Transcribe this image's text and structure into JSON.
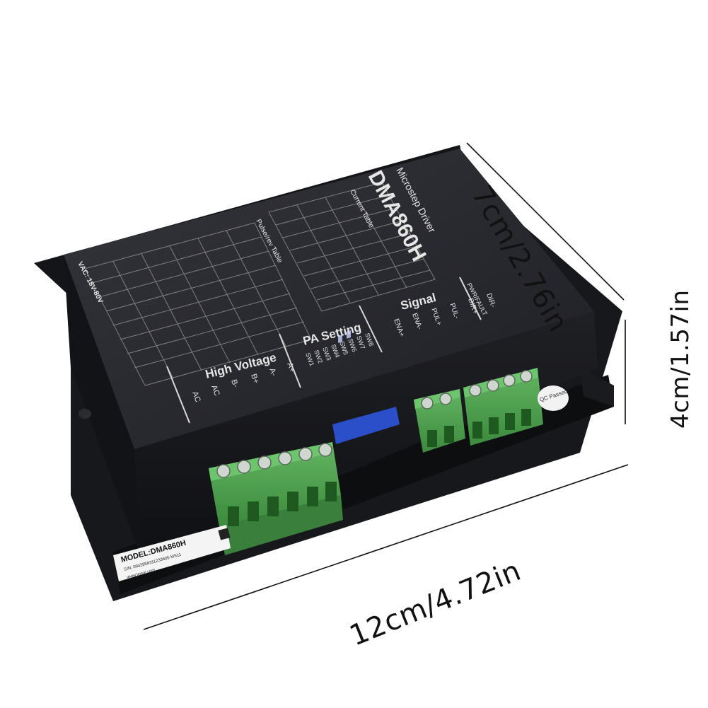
{
  "product": {
    "brand_line": "Microstep Driver",
    "model": "DMA860H",
    "current_table_title": "Current Table",
    "pulse_table_title": "Pulse/rev Table",
    "voltage_rating": "VAC: 18V-80V",
    "group_high_voltage": "High Voltage",
    "group_pa_setting": "PA Setting",
    "group_signal": "Signal",
    "group_pwr": "PWR/FAULT",
    "terminals_power": [
      "AC",
      "AC",
      "B-",
      "B+",
      "A-",
      "A+"
    ],
    "terminals_pa": [
      "SW1",
      "SW2",
      "SW3",
      "SW4",
      "SW5",
      "SW6",
      "SW7",
      "SW8"
    ],
    "terminals_signal": [
      "ENA+",
      "ENA-",
      "PUL+",
      "PUL-",
      "DIR+",
      "DIR-"
    ],
    "label_model": "MODEL:DMA860H",
    "label_serial": "S/N: 0942858311233605 MS11",
    "label_web": "www.leisai.com",
    "qc_sticker": "QC Passed"
  },
  "dimensions": {
    "depth": "7cm/2.76in",
    "height": "4cm/1.57in",
    "width": "12cm/4.72in"
  },
  "colors": {
    "body": "#1c1d21",
    "body_top": "#2a2b30",
    "terminal_green": "#4a9a4a",
    "dip_blue": "#2a4fc8",
    "label_white": "#f4f4f4"
  }
}
